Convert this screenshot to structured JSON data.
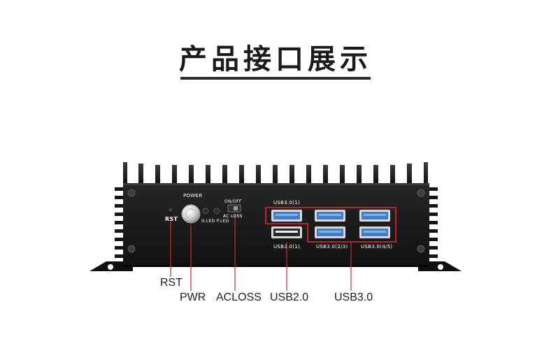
{
  "title": "产品接口展示",
  "panel": {
    "power": "POWER",
    "rst": "RST",
    "leds": "H.LED P.LED",
    "switch_top": "ON/OFF",
    "switch_bottom": "AC LOSS",
    "usb30_1": "USB3.0(1)",
    "usb20_1": "USB2.0(1)",
    "usb30_23": "USB3.0(2/3)",
    "usb30_45": "USB3.0(4/5)"
  },
  "callouts": {
    "rst": "RST",
    "pwr": "PWR",
    "acloss": "ACLOSS",
    "usb2": "USB2.0",
    "usb3": "USB3.0"
  },
  "colors": {
    "callout_line": "#d8262b",
    "chassis": "#1b1b1b",
    "usb3_blue": "#3a7fd0",
    "highlight_box": "#c8262b"
  }
}
